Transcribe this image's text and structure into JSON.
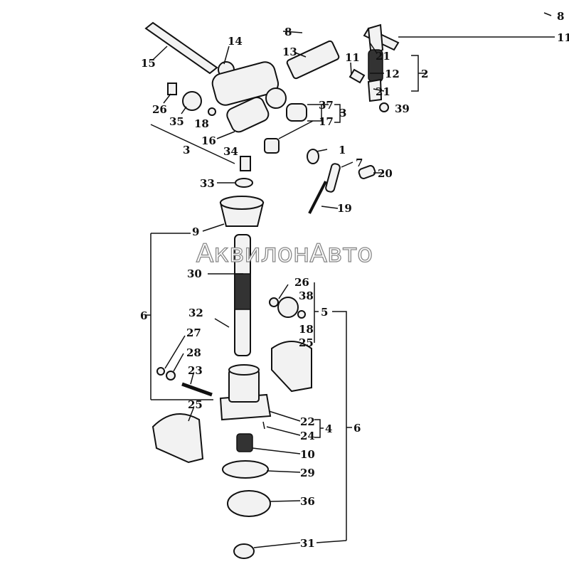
{
  "watermark": "АквилонАвто",
  "labels": {
    "l8a": "8",
    "l8b": "8",
    "l11a": "11",
    "l11b": "11",
    "l14": "14",
    "l15": "15",
    "l13": "13",
    "l21a": "21",
    "l12": "12",
    "l2": "2",
    "l21b": "21",
    "l39": "39",
    "l26a": "26",
    "l35": "35",
    "l18a": "18",
    "l37": "37",
    "l3a": "3",
    "l17": "17",
    "l16": "16",
    "l3b": "3",
    "l34": "34",
    "l1": "1",
    "l7": "7",
    "l20": "20",
    "l19": "19",
    "l33": "33",
    "l9": "9",
    "l30": "30",
    "l26b": "26",
    "l38": "38",
    "l5": "5",
    "l18b": "18",
    "l32": "32",
    "l6a": "6",
    "l25a": "25",
    "l27": "27",
    "l28": "28",
    "l23": "23",
    "l25b": "25",
    "l22": "22",
    "l24": "24",
    "l4": "4",
    "l6b": "6",
    "l10": "10",
    "l29": "29",
    "l36": "36",
    "l31": "31"
  }
}
